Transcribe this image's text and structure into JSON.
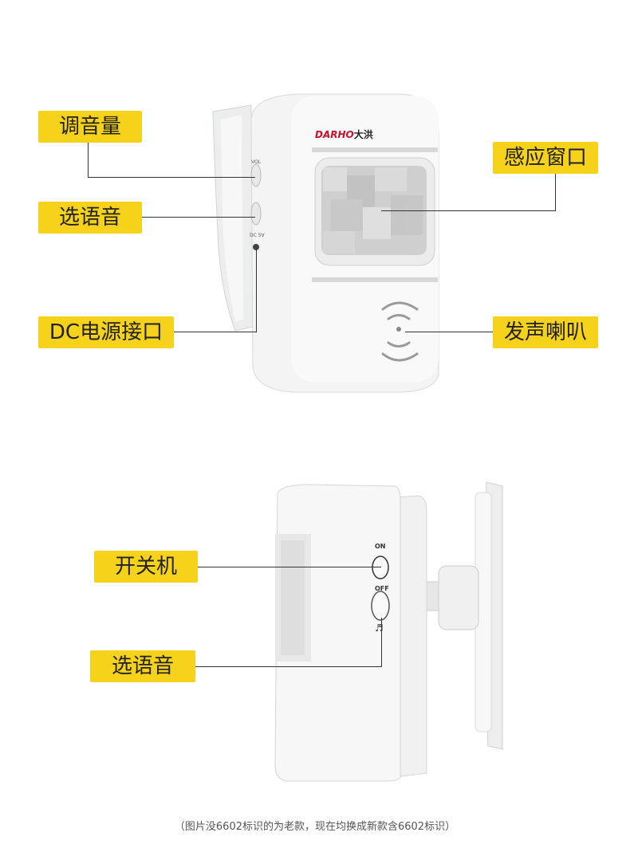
{
  "top_labels": {
    "volume": "调音量",
    "select_sound": "选语音",
    "dc_port": "DC电源接口",
    "sensor_window": "感应窗口",
    "speaker": "发声喇叭"
  },
  "device_top": {
    "brand": "DARHO",
    "brand_cn": "大洪",
    "vol_text": "VOL",
    "dc_text": "DC 5V"
  },
  "bottom_labels": {
    "power": "开关机",
    "select_sound": "选语音"
  },
  "device_bottom": {
    "on_text": "ON",
    "off_text": "OFF"
  },
  "caption": "（图片没6602标识的为老款，现在均换成新款含6602标识）"
}
